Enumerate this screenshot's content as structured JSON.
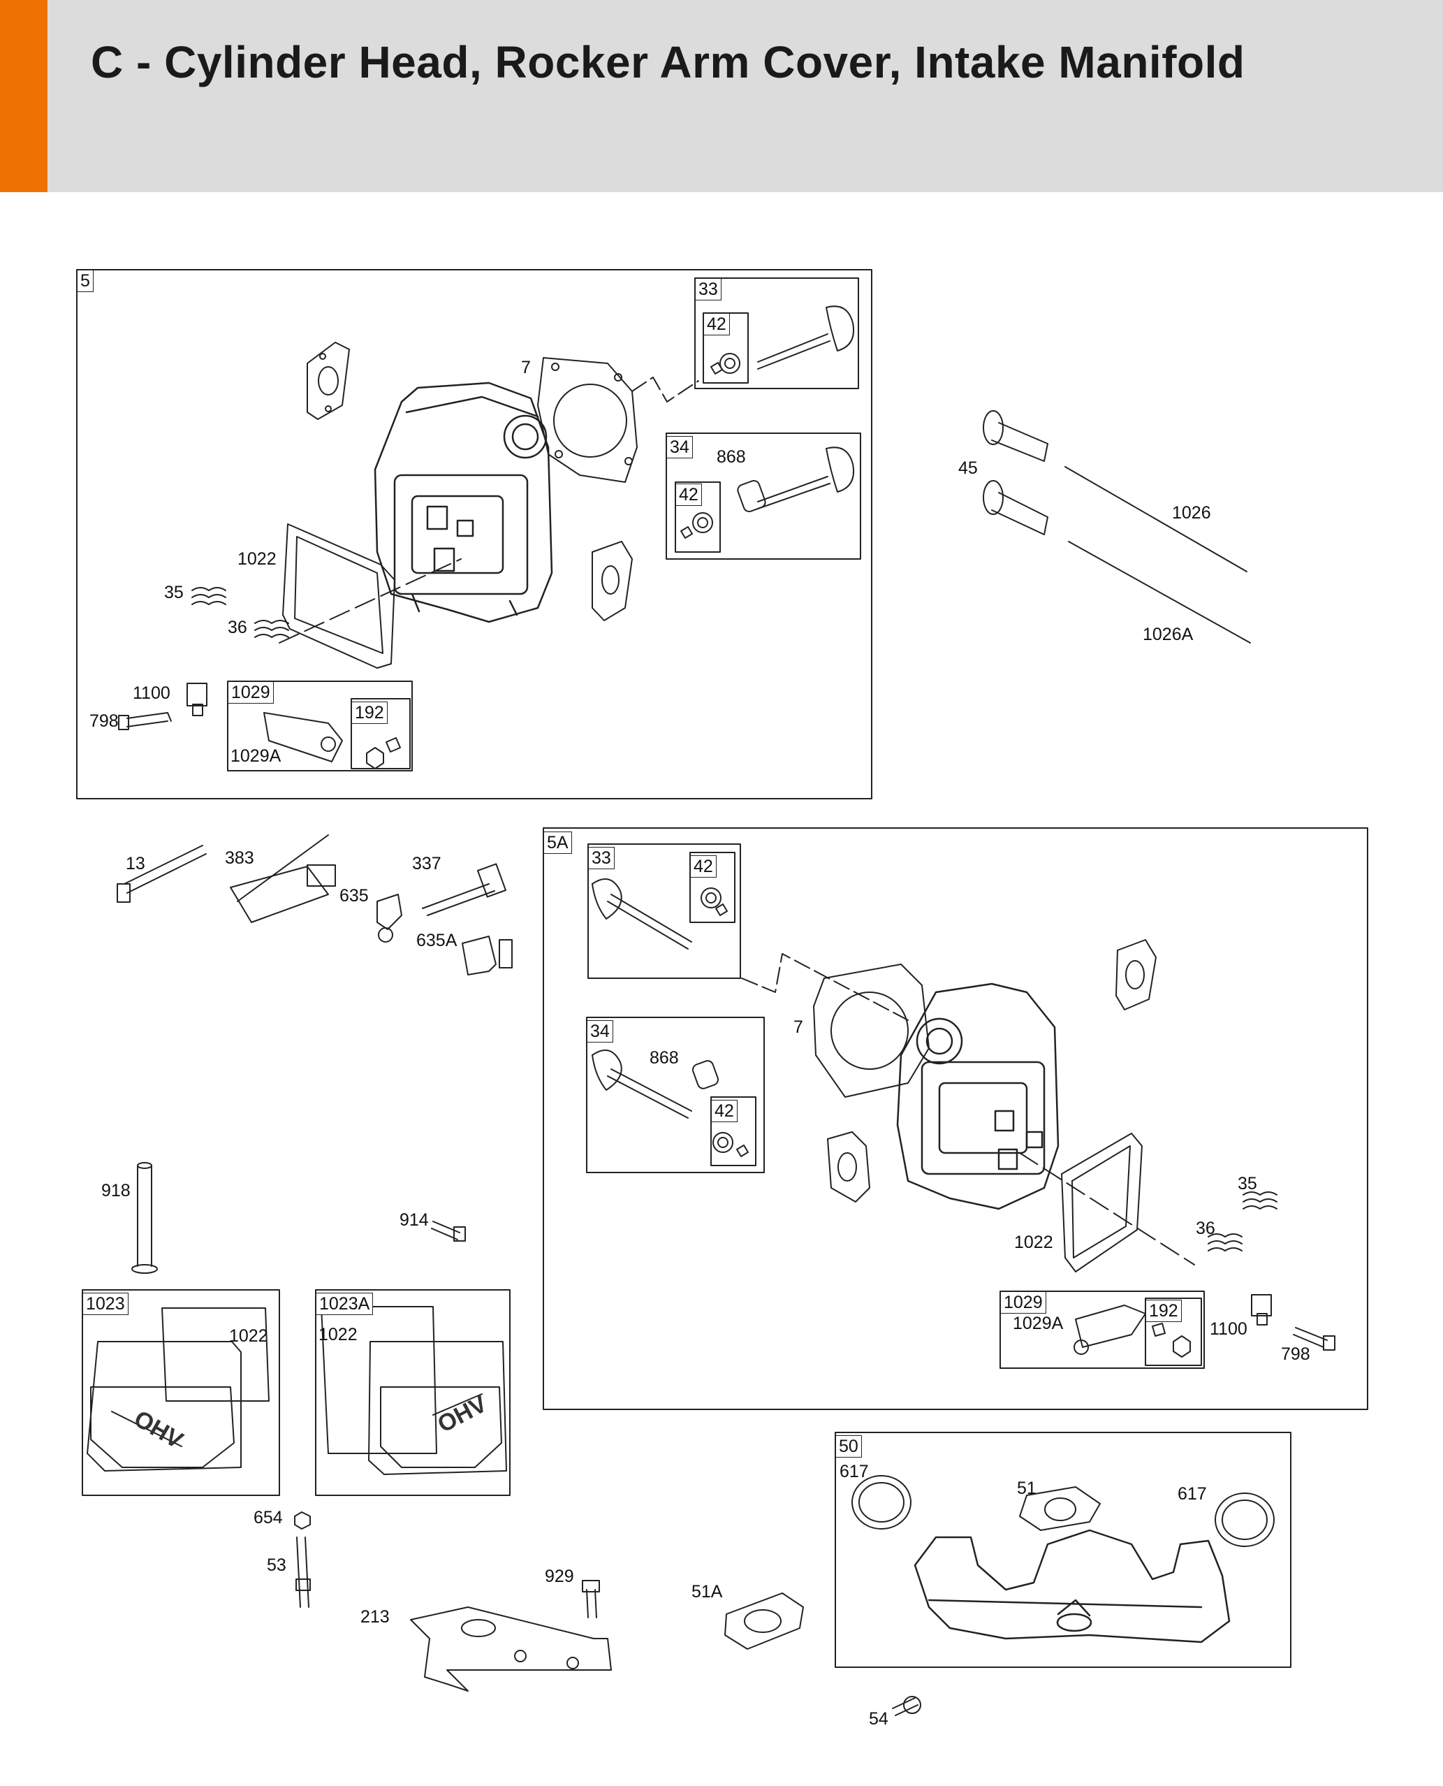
{
  "page": {
    "title": "C - Cylinder Head, Rocker Arm Cover, Intake Manifold",
    "accent_color": "#ee7203",
    "header_color": "#dcdcdc"
  },
  "groups": {
    "g5": "5",
    "g33": "33",
    "g42a": "42",
    "g34": "34",
    "g42b": "42",
    "g1029": "1029",
    "g192": "192",
    "g5a": "5A",
    "g33b": "33",
    "g42c": "42",
    "g34b": "34",
    "g42d": "42",
    "g1029b": "1029",
    "g192b": "192",
    "g1023": "1023",
    "g1023a": "1023A",
    "g50": "50"
  },
  "parts": {
    "p7": "7",
    "p868": "868",
    "p1022": "1022",
    "p35": "35",
    "p36": "36",
    "p1100": "1100",
    "p798": "798",
    "p1029a": "1029A",
    "p45": "45",
    "p1026": "1026",
    "p1026a": "1026A",
    "p13": "13",
    "p383": "383",
    "p337": "337",
    "p635": "635",
    "p635a": "635A",
    "p7b": "7",
    "p868b": "868",
    "p1022b": "1022",
    "p35b": "35",
    "p36b": "36",
    "p1029ab": "1029A",
    "p1100b": "1100",
    "p798b": "798",
    "p918": "918",
    "p914": "914",
    "p1022c": "1022",
    "p1022d": "1022",
    "p654": "654",
    "p53": "53",
    "p929": "929",
    "p213": "213",
    "p51a": "51A",
    "p617": "617",
    "p51": "51",
    "p617b": "617",
    "p54": "54"
  },
  "embossed_text": "OHV"
}
